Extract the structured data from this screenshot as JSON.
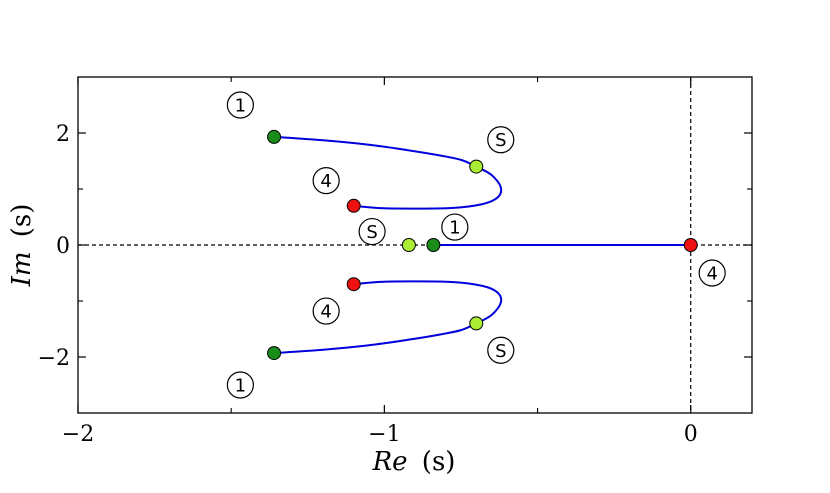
{
  "chart_data": {
    "type": "scatter",
    "xlabel": {
      "main": "Re",
      "arg": "(s)"
    },
    "ylabel": {
      "main": "Im",
      "arg": "(s)"
    },
    "xlim": [
      -2,
      0.2
    ],
    "ylim": [
      -3,
      3
    ],
    "xticks": [
      {
        "value": -2,
        "label": "−2"
      },
      {
        "value": -1,
        "label": "−1"
      },
      {
        "value": 0,
        "label": "0"
      }
    ],
    "yticks": [
      {
        "value": -2,
        "label": "−2"
      },
      {
        "value": 0,
        "label": "0"
      },
      {
        "value": 2,
        "label": "2"
      }
    ],
    "minor_xticks": [
      -1.5,
      -0.5
    ],
    "minor_yticks": [
      -1,
      1
    ],
    "reference_lines": [
      {
        "axis": "y",
        "value": 0,
        "style": "dashed"
      },
      {
        "axis": "x",
        "value": 0,
        "style": "dashed"
      }
    ],
    "colors": {
      "curve": "#0000dd",
      "start": "#1a8c1a",
      "S": "#aaee33",
      "end": "#ee1111"
    },
    "series": [
      {
        "color": "#0000dd",
        "x": [
          -1.36,
          -1.2,
          -1.05,
          -0.92,
          -0.82,
          -0.75,
          -0.7,
          -0.65,
          -0.62,
          -0.63,
          -0.68,
          -0.78,
          -0.92,
          -1.02,
          -1.1
        ],
        "y": [
          1.93,
          1.87,
          1.79,
          1.69,
          1.6,
          1.52,
          1.4,
          1.25,
          1.03,
          0.85,
          0.73,
          0.66,
          0.65,
          0.66,
          0.7
        ]
      },
      {
        "color": "#0000dd",
        "x": [
          -1.36,
          -1.2,
          -1.05,
          -0.92,
          -0.82,
          -0.75,
          -0.7,
          -0.65,
          -0.62,
          -0.63,
          -0.68,
          -0.78,
          -0.92,
          -1.02,
          -1.1
        ],
        "y": [
          -1.93,
          -1.87,
          -1.79,
          -1.69,
          -1.6,
          -1.52,
          -1.4,
          -1.25,
          -1.03,
          -0.85,
          -0.73,
          -0.66,
          -0.65,
          -0.66,
          -0.7
        ]
      },
      {
        "color": "#0000dd",
        "x": [
          -0.84,
          0
        ],
        "y": [
          0,
          0
        ]
      }
    ],
    "points": [
      {
        "x": -1.36,
        "y": 1.93,
        "color": "#1a8c1a"
      },
      {
        "x": -1.36,
        "y": -1.93,
        "color": "#1a8c1a"
      },
      {
        "x": -0.84,
        "y": 0,
        "color": "#1a8c1a"
      },
      {
        "x": -0.7,
        "y": 1.4,
        "color": "#aaee33"
      },
      {
        "x": -0.7,
        "y": -1.4,
        "color": "#aaee33"
      },
      {
        "x": -0.92,
        "y": 0,
        "color": "#aaee33"
      },
      {
        "x": -1.1,
        "y": 0.7,
        "color": "#ee1111"
      },
      {
        "x": -1.1,
        "y": -0.7,
        "color": "#ee1111"
      },
      {
        "x": 0,
        "y": 0,
        "color": "#ee1111"
      }
    ],
    "annotations": [
      {
        "text": "1",
        "x": -1.47,
        "y": 2.5
      },
      {
        "text": "S",
        "x": -0.62,
        "y": 1.88
      },
      {
        "text": "4",
        "x": -1.19,
        "y": 1.15
      },
      {
        "text": "S",
        "x": -1.04,
        "y": 0.24
      },
      {
        "text": "1",
        "x": -0.77,
        "y": 0.32
      },
      {
        "text": "4",
        "x": 0.07,
        "y": -0.5
      },
      {
        "text": "4",
        "x": -1.19,
        "y": -1.18
      },
      {
        "text": "S",
        "x": -0.62,
        "y": -1.88
      },
      {
        "text": "1",
        "x": -1.47,
        "y": -2.5
      }
    ]
  }
}
